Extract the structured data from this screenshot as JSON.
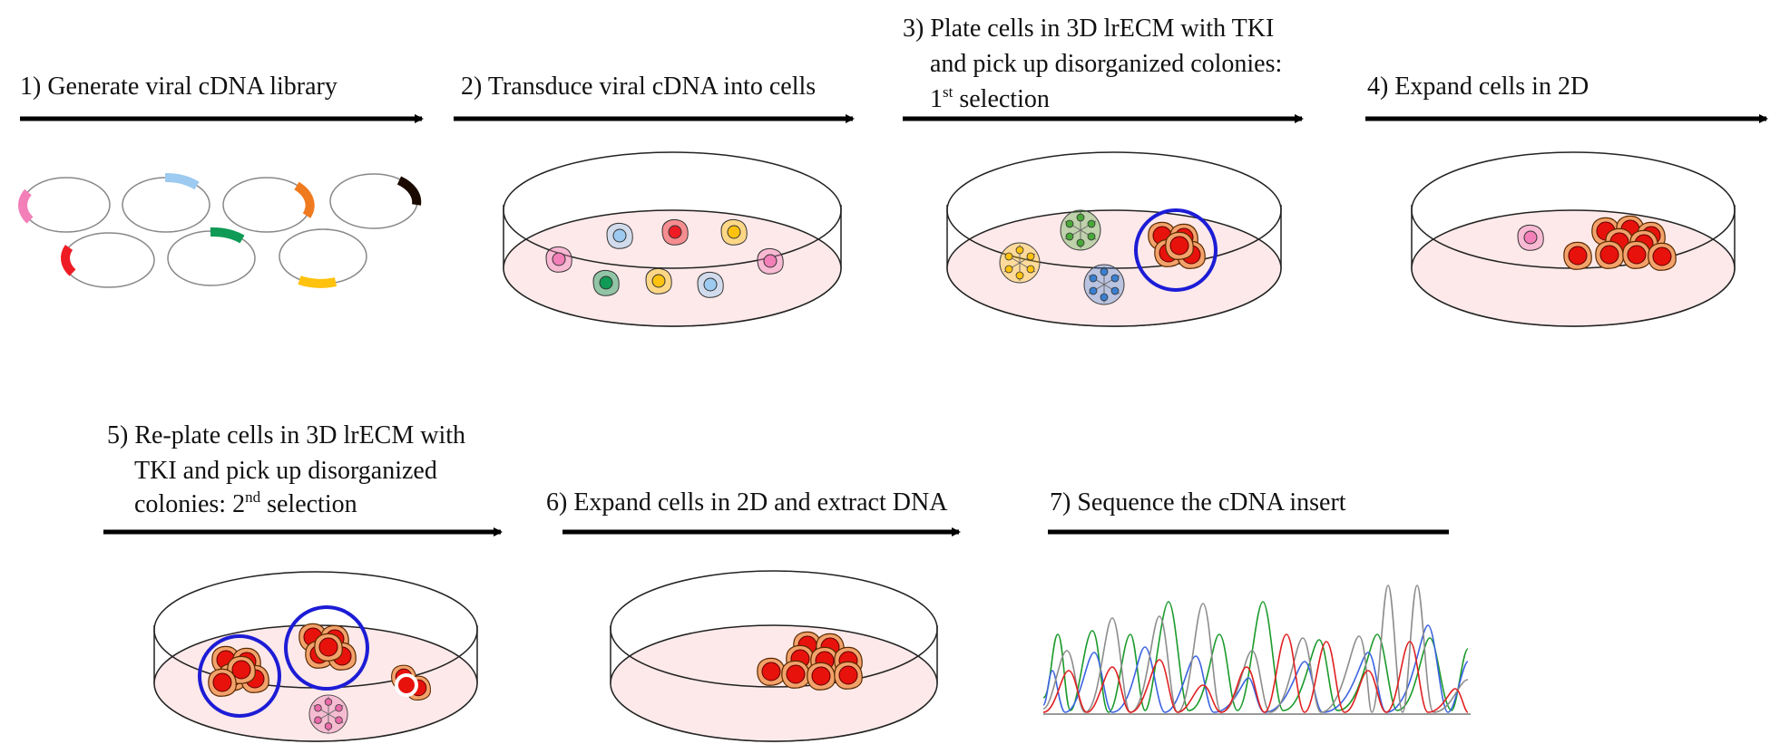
{
  "steps": [
    {
      "id": 1,
      "text": "1) Generate viral cDNA library"
    },
    {
      "id": 2,
      "text": "2) Transduce viral cDNA into cells"
    },
    {
      "id": 3,
      "line1": "3) Plate cells in 3D lrECM with TKI",
      "line2": "and pick up disorganized colonies:",
      "line3_num": "1",
      "line3_sup": "st",
      "line3_rest": " selection"
    },
    {
      "id": 4,
      "text": "4) Expand cells in 2D"
    },
    {
      "id": 5,
      "line1": "5) Re-plate cells in 3D lrECM with",
      "line2": "TKI and pick up disorganized",
      "line3_pre": "colonies: 2",
      "line3_sup": "nd",
      "line3_rest": " selection"
    },
    {
      "id": 6,
      "text": "6) Expand cells in 2D and extract DNA"
    },
    {
      "id": 7,
      "text": "7) Sequence the cDNA insert"
    }
  ],
  "colors": {
    "pink": "#f27fb8",
    "lightblue": "#9ccaf0",
    "orange": "#f07a1e",
    "black": "#1a0a00",
    "red": "#ee1c24",
    "green": "#0f9a55",
    "yellow": "#ffc20e",
    "cell_red": "#e8120c",
    "cell_orange": "#f2a26a",
    "dish_fill": "#fde9e9",
    "circle_blue": "#1c1cd6",
    "trace_green": "#1a9a2a",
    "trace_blue": "#3b63e0",
    "trace_gray": "#8c8c8c",
    "trace_red": "#e02020"
  },
  "icons": [
    "plasmid-ring-icon",
    "petri-dish-icon",
    "cell-icon",
    "colony-icon",
    "selection-circle-icon",
    "chromatogram-icon",
    "arrow-right-icon"
  ]
}
